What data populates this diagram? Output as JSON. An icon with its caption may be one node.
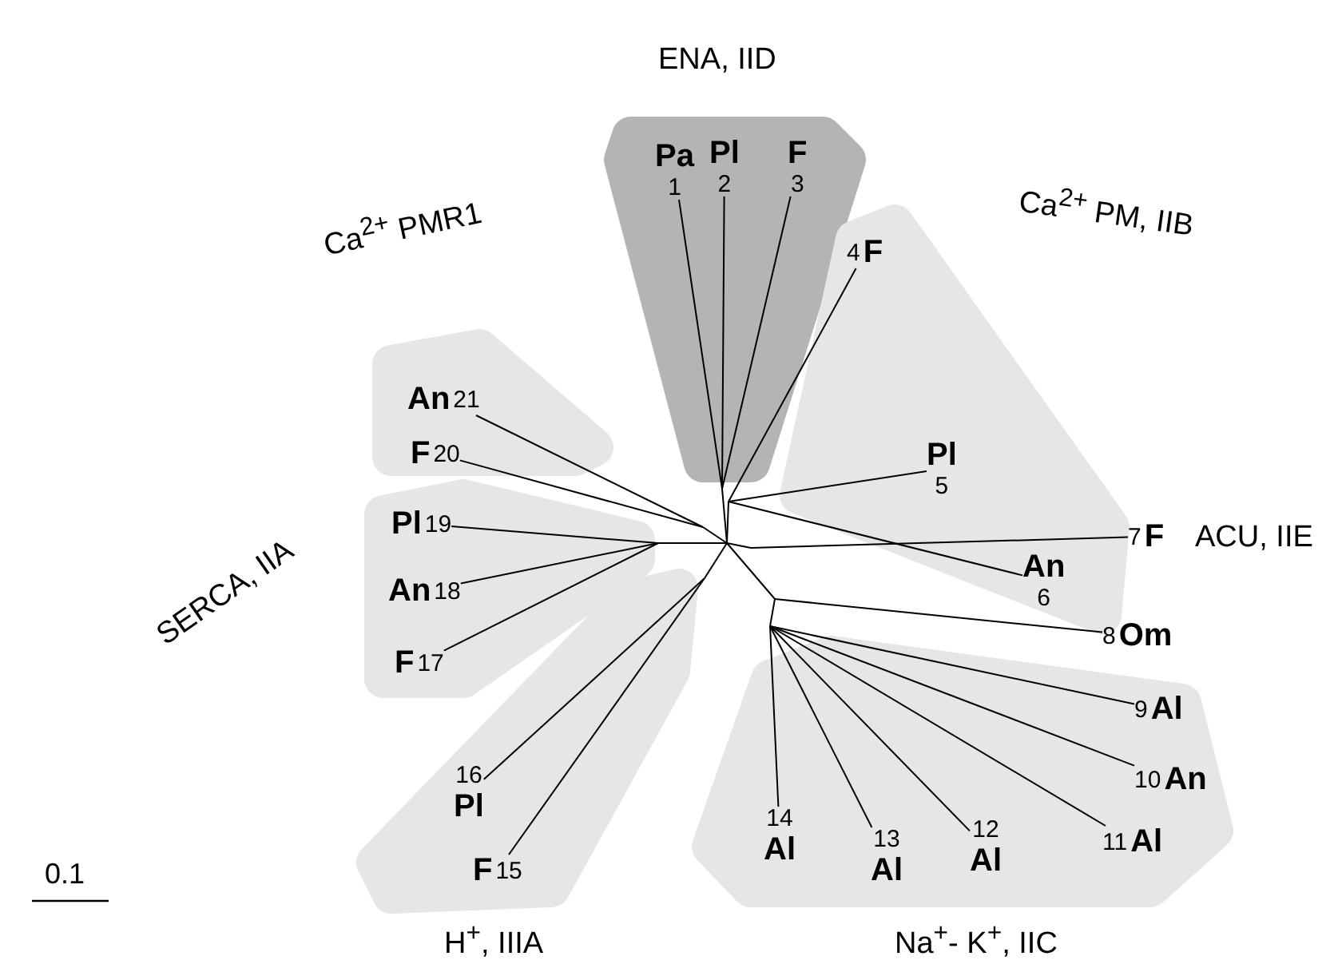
{
  "diagram": {
    "nodes": [
      {
        "text": [
          "ENA, IID"
        ]
      },
      {
        "text": [
          "Pa",
          "1"
        ],
        "in": 0
      },
      {
        "text": [
          "Pl",
          "2"
        ],
        "in": 0
      },
      {
        "text": [
          "F",
          "3"
        ],
        "in": 0
      },
      {
        "text": [
          "Ca$^{2+}$ PMR1"
        ]
      },
      {
        "text": [
          "An",
          "21"
        ],
        "in": 4
      },
      {
        "text": [
          "F",
          "20"
        ],
        "in": 4
      },
      {
        "text": [
          "Ca$^{2+}$ PM, IIB"
        ]
      },
      {
        "text": [
          "4",
          "F"
        ],
        "in": 7
      },
      {
        "text": [
          "Pl",
          "5"
        ],
        "in": 7
      },
      {
        "text": [
          "An",
          "6"
        ],
        "in": 7
      },
      {
        "text": [
          "SERCA, IIA"
        ]
      },
      {
        "text": [
          "Pl",
          "19"
        ],
        "in": 11
      },
      {
        "text": [
          "An",
          "18"
        ],
        "in": 11
      },
      {
        "text": [
          "F",
          "17"
        ],
        "in": 11
      },
      {
        "text": [
          "7",
          "F"
        ]
      },
      {
        "text": [
          "8",
          "Om"
        ]
      },
      {
        "text": [
          "H$^{+}$, IIIA"
        ]
      },
      {
        "text": [
          "16",
          "Pl"
        ],
        "in": 17
      },
      {
        "text": [
          "F",
          "15"
        ],
        "in": 17
      },
      {
        "text": [
          "Na$^{+}$- K$^{+}$, IIC"
        ]
      },
      {
        "text": [
          "9",
          "Al"
        ],
        "in": 20
      },
      {
        "text": [
          "10",
          "An"
        ],
        "in": 20
      },
      {
        "text": [
          "11",
          "Al"
        ],
        "in": 20
      },
      {
        "text": [
          "12",
          "Al"
        ],
        "in": 20
      },
      {
        "text": [
          "13",
          "Al"
        ],
        "in": 20
      },
      {
        "text": [
          "14",
          "Al"
        ],
        "in": 20
      }
    ],
    "edges": [
      {
        "from": null,
        "to": 1,
        "arrow": "none"
      },
      {
        "from": null,
        "to": 2,
        "arrow": "none"
      },
      {
        "from": null,
        "to": 3,
        "arrow": "none"
      },
      {
        "from": null,
        "to": 5,
        "arrow": "none"
      },
      {
        "from": null,
        "to": 6,
        "arrow": "none"
      },
      {
        "from": null,
        "to": 8,
        "arrow": "none"
      },
      {
        "from": null,
        "to": 9,
        "arrow": "none"
      },
      {
        "from": null,
        "to": 10,
        "arrow": "none"
      },
      {
        "from": null,
        "to": 12,
        "arrow": "none"
      },
      {
        "from": null,
        "to": 13,
        "arrow": "none"
      },
      {
        "from": null,
        "to": 14,
        "arrow": "none"
      },
      {
        "from": null,
        "to": 15,
        "arrow": "none"
      },
      {
        "from": null,
        "to": 16,
        "arrow": "none"
      },
      {
        "from": null,
        "to": 18,
        "arrow": "none"
      },
      {
        "from": null,
        "to": 19,
        "arrow": "none"
      },
      {
        "from": null,
        "to": 21,
        "arrow": "none"
      },
      {
        "from": null,
        "to": 22,
        "arrow": "none"
      },
      {
        "from": null,
        "to": 23,
        "arrow": "none"
      },
      {
        "from": null,
        "to": 24,
        "arrow": "none"
      },
      {
        "from": null,
        "to": 25,
        "arrow": "none"
      },
      {
        "from": null,
        "to": 26,
        "arrow": "none"
      }
    ],
    "labels": [
      "ACU, IIE",
      "0.1"
    ]
  }
}
